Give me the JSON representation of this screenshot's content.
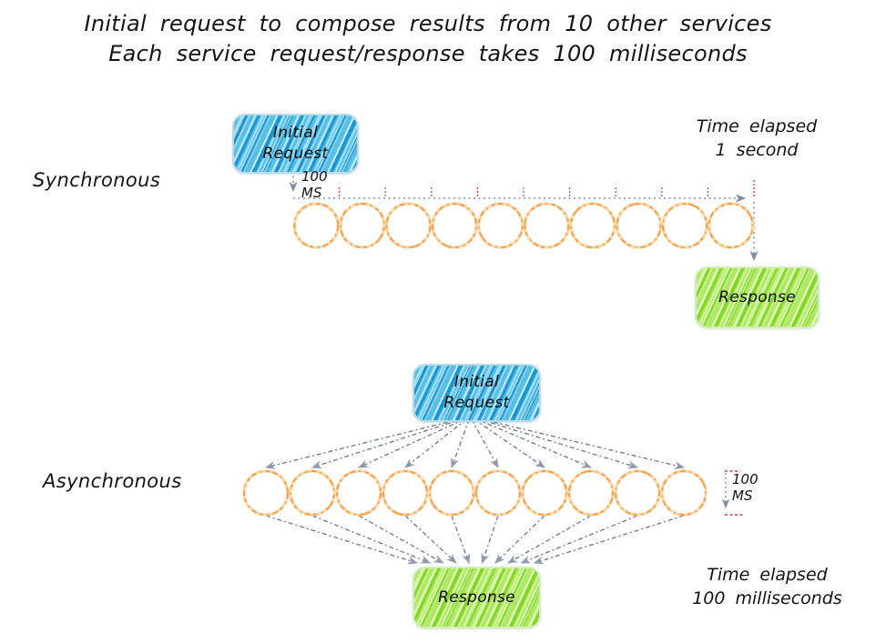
{
  "title": {
    "line1": "Initial request to compose results from 10 other services",
    "line2": "Each service request/response takes 100 milliseconds"
  },
  "colors": {
    "request_box_blue": "#2fa9dd",
    "response_box_green": "#9ade3f",
    "service_circle_orange": "#f0a050",
    "service_circle_light": "#fcd9a8",
    "arrow_gray": "#4e5e78",
    "arrowhead_gray": "#7d8ba1",
    "timeline_gray": "#6b7a8c",
    "tick_red": "#c84040",
    "tick_red_bright": "#f26060"
  },
  "synchronous": {
    "label": "Synchronous",
    "request_box": {
      "line1": "Initial",
      "line2": "Request"
    },
    "latency_label": {
      "line1": "100",
      "line2": "MS"
    },
    "services_count": 10,
    "response_box": {
      "label": "Response"
    },
    "time_elapsed": {
      "line1": "Time elapsed",
      "line2": "1 second"
    }
  },
  "asynchronous": {
    "label": "Asynchronous",
    "request_box": {
      "line1": "Initial",
      "line2": "Request"
    },
    "latency_label": {
      "line1": "100",
      "line2": "MS"
    },
    "services_count": 10,
    "response_box": {
      "label": "Response"
    },
    "time_elapsed": {
      "line1": "Time elapsed",
      "line2": "100 milliseconds"
    }
  }
}
